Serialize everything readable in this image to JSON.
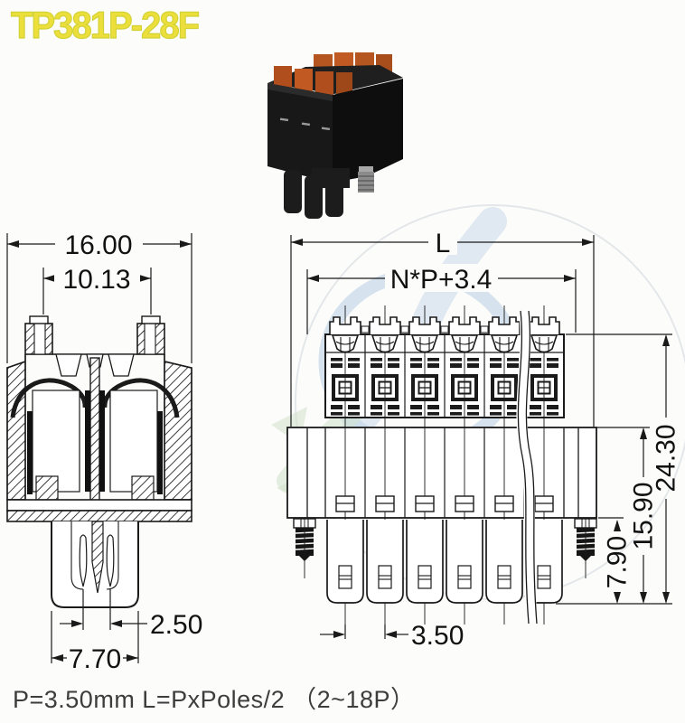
{
  "title": "TP381P-28F",
  "footer_note": "P=3.50mm L=PxPoles/2 （2~18P）",
  "left_view": {
    "dim_overall_width": "16.00",
    "dim_inner_width": "10.13",
    "dim_pin_pitch": "2.50",
    "dim_plug_width": "7.70"
  },
  "right_view": {
    "poles_shown": 6,
    "dim_length": "L",
    "dim_span_formula": "N*P+3.4",
    "dim_total_height": "24.30",
    "dim_body_height": "15.90",
    "dim_pin_length": "7.90",
    "dim_pitch": "3.50"
  },
  "colors": {
    "title_yellow": "#ecdf3b",
    "line_black": "#1a1a1a",
    "lever_orange": "#bc5a22",
    "watermark_blue": "#c2d5e8",
    "watermark_green": "#d2e2cf"
  }
}
